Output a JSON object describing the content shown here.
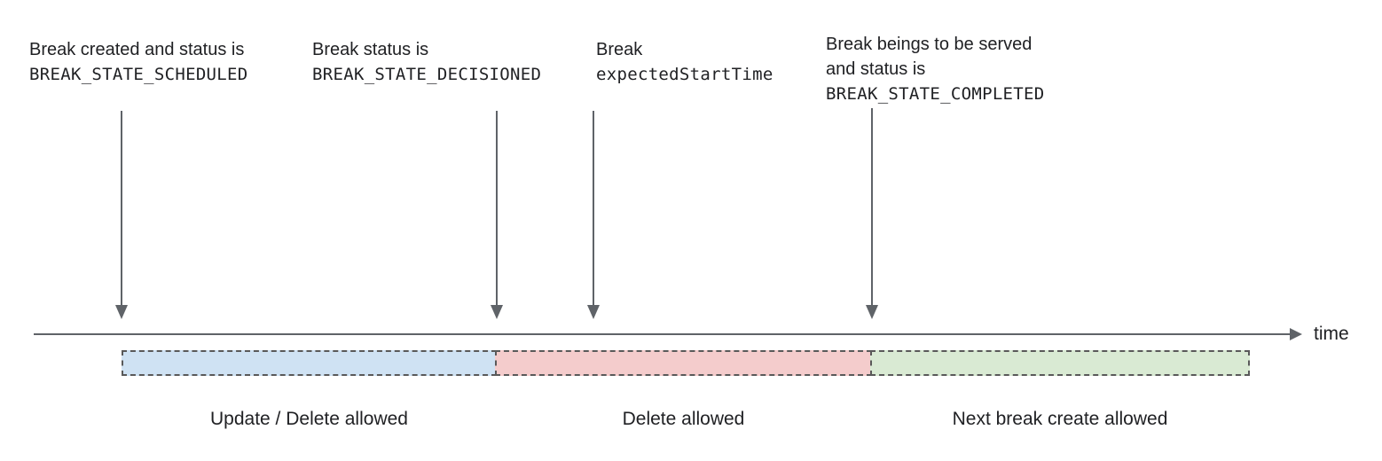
{
  "annotations": [
    {
      "line1": "Break created and status is",
      "line2": "BREAK_STATE_SCHEDULED"
    },
    {
      "line1": "Break status is",
      "line2": "BREAK_STATE_DECISIONED"
    },
    {
      "line1": "Break",
      "line2": "expectedStartTime"
    },
    {
      "line1": "Break beings to be served",
      "line2": "and status is",
      "line3": "BREAK_STATE_COMPLETED"
    }
  ],
  "timeline": {
    "axis_label": "time"
  },
  "segments": [
    {
      "label": "Update / Delete allowed",
      "fill": "#cfe2f3"
    },
    {
      "label": "Delete allowed",
      "fill": "#f4cccc"
    },
    {
      "label": "Next break create allowed",
      "fill": "#d9ead3"
    }
  ],
  "colors": {
    "arrow": "#5f6368",
    "segment_border": "#595959",
    "text": "#202124"
  }
}
